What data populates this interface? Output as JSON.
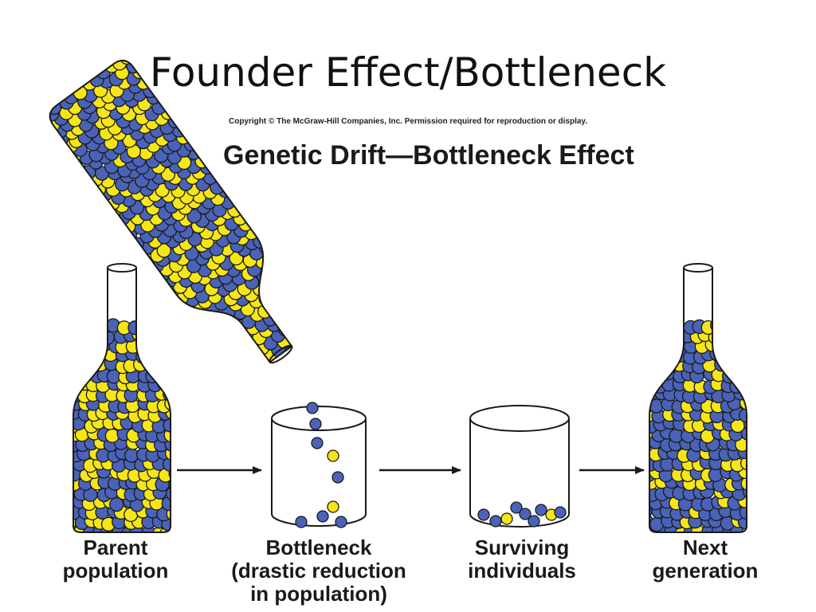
{
  "slide_title": "Founder Effect/Bottleneck",
  "figure": {
    "copyright": "Copyright © The McGraw-Hill Companies, Inc. Permission required for reproduction or display.",
    "title": "Genetic Drift—Bottleneck Effect",
    "stages": [
      {
        "lines": [
          "Parent",
          "population"
        ]
      },
      {
        "lines": [
          "Bottleneck",
          "(drastic reduction",
          "in population)"
        ]
      },
      {
        "lines": [
          "Surviving",
          "individuals"
        ]
      },
      {
        "lines": [
          "Next",
          "generation"
        ]
      }
    ]
  },
  "colors": {
    "allele_blue": "#4a63b8",
    "allele_yellow": "#f6e617",
    "outline": "#1a1a1a"
  }
}
